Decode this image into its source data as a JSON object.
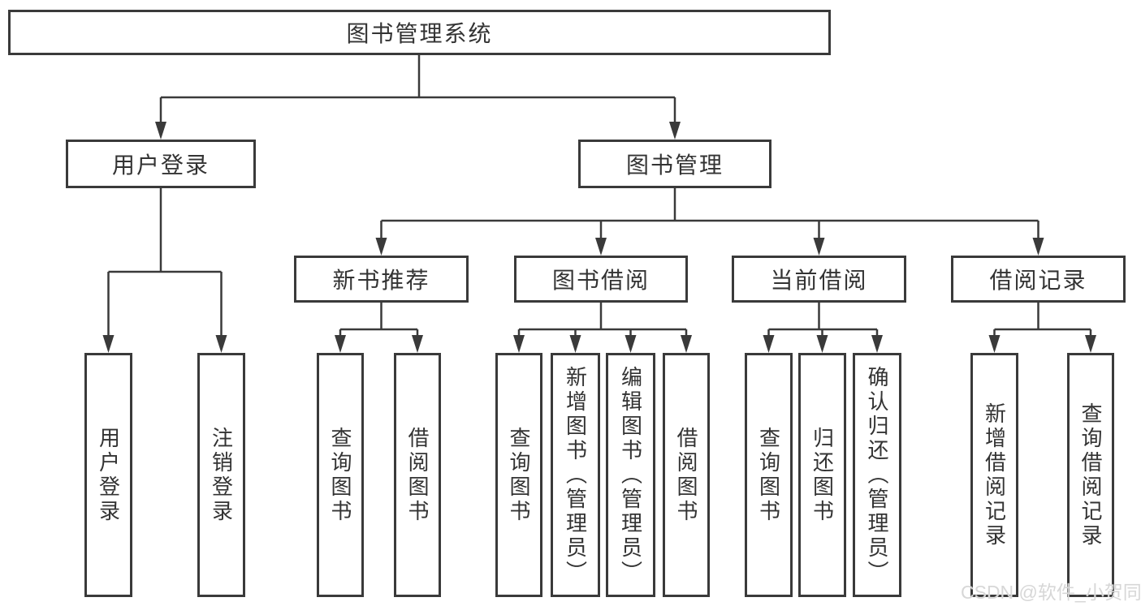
{
  "diagram": {
    "type": "hierarchy-tree",
    "nodes": {
      "root": {
        "label": "图书管理系统"
      },
      "user_login": {
        "label": "用户登录"
      },
      "book_mgmt": {
        "label": "图书管理"
      },
      "new_book_rec": {
        "label": "新书推荐"
      },
      "book_borrow": {
        "label": "图书借阅"
      },
      "current_borrow": {
        "label": "当前借阅"
      },
      "borrow_records": {
        "label": "借阅记录"
      },
      "leaf_user_login": {
        "label": "用户登录"
      },
      "leaf_logout": {
        "label": "注销登录"
      },
      "leaf_query_books_rec": {
        "label": "查询图书"
      },
      "leaf_borrow_books_rec": {
        "label": "借阅图书"
      },
      "leaf_query_books_borrow": {
        "label": "查询图书"
      },
      "leaf_add_books_admin": {
        "label": "新增图书（管理员）"
      },
      "leaf_edit_books_admin": {
        "label": "编辑图书（管理员）"
      },
      "leaf_borrow_books_borrow": {
        "label": "借阅图书"
      },
      "leaf_query_books_current": {
        "label": "查询图书"
      },
      "leaf_return_books": {
        "label": "归还图书"
      },
      "leaf_confirm_return_admin": {
        "label": "确认归还（管理员）"
      },
      "leaf_add_borrow_record": {
        "label": "新增借阅记录"
      },
      "leaf_query_borrow_record": {
        "label": "查询借阅记录"
      }
    },
    "colors": {
      "line": "#3a3a3a",
      "box_border": "#3a3a3a",
      "text": "#333333",
      "background": "#ffffff",
      "watermark": "#d5d5d5"
    }
  },
  "watermark": {
    "text": "CSDN @软件_小贺同学"
  }
}
